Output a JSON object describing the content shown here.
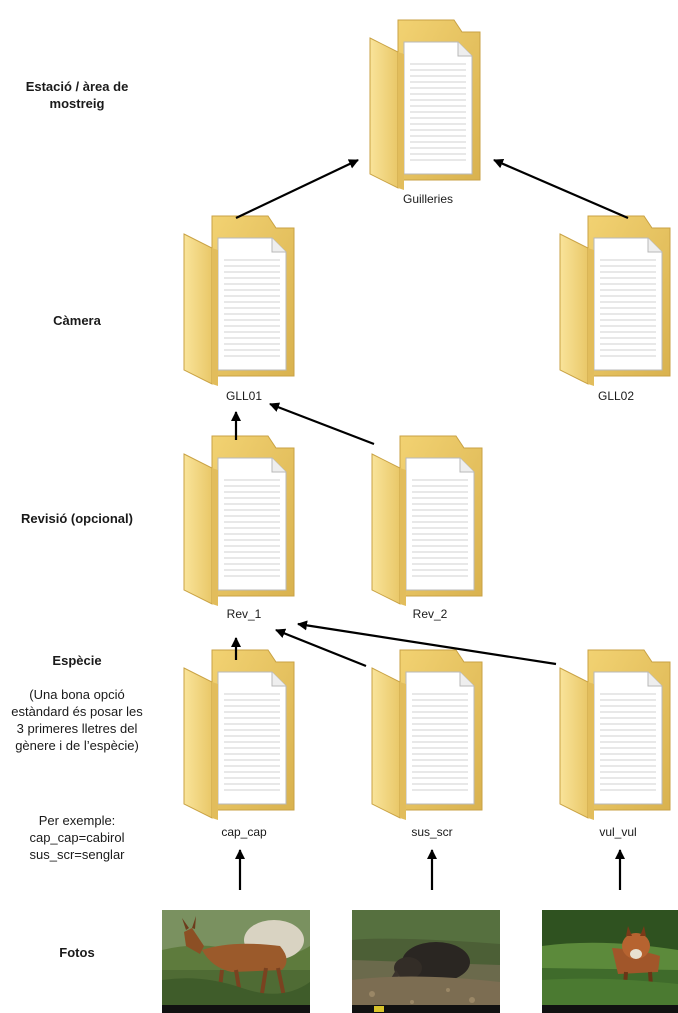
{
  "levels": {
    "station": "Estació / àrea de mostreig",
    "camera": "Càmera",
    "revision": "Revisió (opcional)",
    "species": "Espècie",
    "species_note": "(Una bona opció estàndard és posar les 3 primeres lletres del gènere i de l’espècie)",
    "example": "Per exemple: cap_cap=cabirol sus_scr=senglar",
    "photos": "Fotos"
  },
  "folders": {
    "station": "Guilleries",
    "camera_1": "GLL01",
    "camera_2": "GLL02",
    "rev_1": "Rev_1",
    "rev_2": "Rev_2",
    "species_1": "cap_cap",
    "species_2": "sus_scr",
    "species_3": "vul_vul"
  },
  "icons": {
    "folder": "folder-icon",
    "arrow": "arrow-icon"
  },
  "colors": {
    "folder_yellow": "#f6dc86",
    "folder_shade": "#e8c25a",
    "arrow": "#000000"
  }
}
